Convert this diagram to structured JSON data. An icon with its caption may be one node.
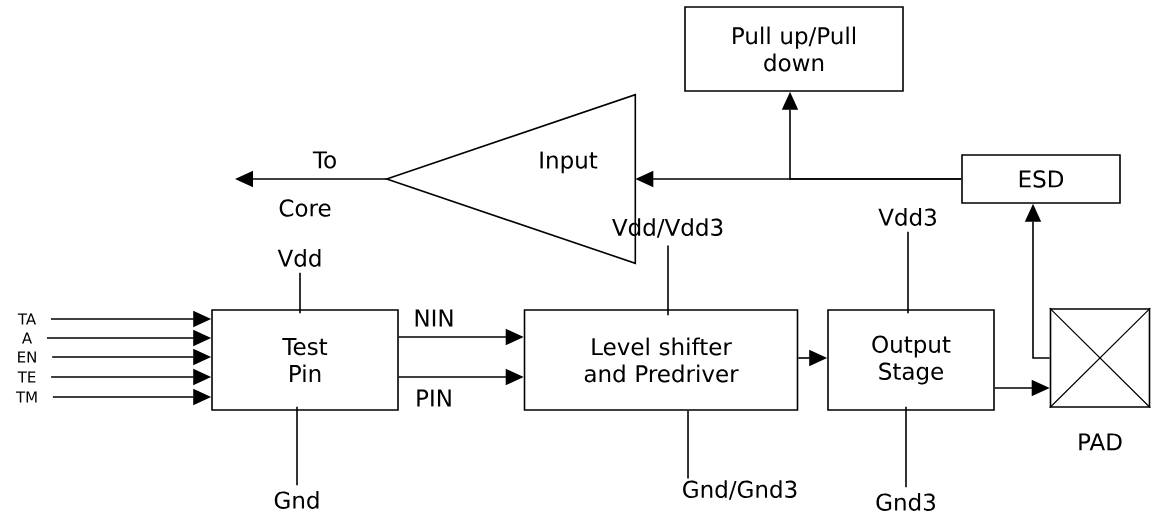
{
  "diagram": {
    "nodes": [
      {
        "text": [
          "Pull up/Pull down"
        ]
      },
      {
        "text": [
          "Input"
        ]
      },
      {
        "text": [
          "ESD"
        ]
      },
      {
        "text": [
          "Test Pin"
        ]
      },
      {
        "text": [
          "Level shifter and Predriver"
        ]
      },
      {
        "text": [
          "Output Stage"
        ]
      },
      {
        "text": [],
        "shape": "box",
        "beside": [
          "PAD"
        ]
      },
      {
        "text": [
          "TA"
        ]
      },
      {
        "text": [
          "A"
        ]
      },
      {
        "text": [
          "EN"
        ]
      },
      {
        "text": [
          "TE"
        ]
      },
      {
        "text": [
          "TM"
        ]
      },
      {
        "text": [
          "Vdd"
        ]
      },
      {
        "text": [
          "Gnd"
        ]
      },
      {
        "text": [
          "Vdd/Vdd3"
        ]
      },
      {
        "text": [
          "Gnd/Gnd3"
        ]
      },
      {
        "text": [
          "Vdd3"
        ]
      },
      {
        "text": [
          "Gnd3"
        ]
      }
    ],
    "edges": [
      {
        "from": 7,
        "to": 3,
        "arrow": "to"
      },
      {
        "from": 8,
        "to": 3,
        "arrow": "to"
      },
      {
        "from": 9,
        "to": 3,
        "arrow": "to"
      },
      {
        "from": 10,
        "to": 3,
        "arrow": "to"
      },
      {
        "from": 11,
        "to": 3,
        "arrow": "to"
      },
      {
        "from": 3,
        "to": 4,
        "arrow": "to",
        "label": "NIN"
      },
      {
        "from": 3,
        "to": 4,
        "arrow": "to",
        "label": "PIN"
      },
      {
        "from": 4,
        "to": 5,
        "arrow": "to"
      },
      {
        "from": 5,
        "to": 6,
        "arrow": "to"
      },
      {
        "from": 6,
        "to": 2,
        "arrow": "to"
      },
      {
        "from": 2,
        "to": 1,
        "arrow": "to"
      },
      {
        "from": 2,
        "to": 0,
        "arrow": "to"
      },
      {
        "from": 1,
        "to": null,
        "arrow": "to"
      },
      {
        "from": 12,
        "to": 3,
        "arrow": "none"
      },
      {
        "from": 13,
        "to": 3,
        "arrow": "none"
      },
      {
        "from": 14,
        "to": 4,
        "arrow": "none"
      },
      {
        "from": 15,
        "to": 4,
        "arrow": "none"
      },
      {
        "from": 16,
        "to": 5,
        "arrow": "none"
      },
      {
        "from": 17,
        "to": 5,
        "arrow": "none"
      }
    ],
    "labels": [
      "To",
      "Core"
    ]
  }
}
